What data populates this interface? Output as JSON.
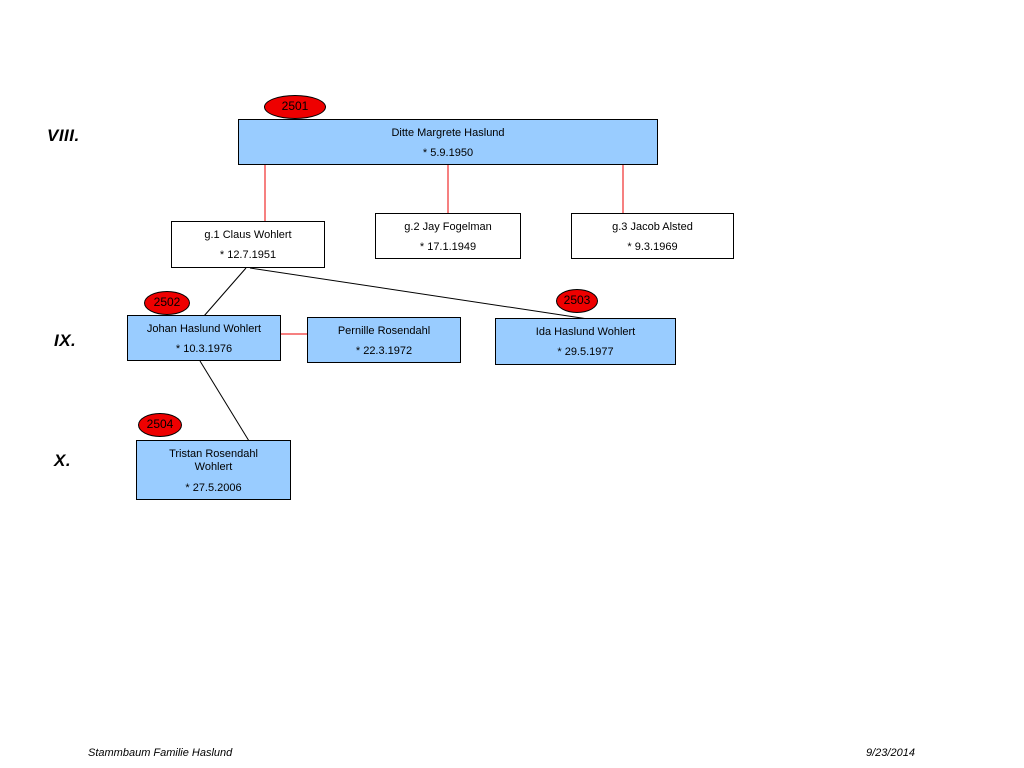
{
  "generations": [
    "VIII.",
    "IX.",
    "X."
  ],
  "badges": [
    "2501",
    "2502",
    "2503",
    "2504"
  ],
  "persons": {
    "ditte": {
      "name": "Ditte Margrete Haslund",
      "date": "* 5.9.1950"
    },
    "claus": {
      "name": "g.1 Claus Wohlert",
      "date": "* 12.7.1951"
    },
    "jay": {
      "name": "g.2 Jay Fogelman",
      "date": "* 17.1.1949"
    },
    "jacob": {
      "name": "g.3 Jacob Alsted",
      "date": "* 9.3.1969"
    },
    "johan": {
      "name": "Johan Haslund Wohlert",
      "date": "* 10.3.1976"
    },
    "pernille": {
      "name": "Pernille Rosendahl",
      "date": "* 22.3.1972"
    },
    "ida": {
      "name": "Ida Haslund Wohlert",
      "date": "* 29.5.1977"
    },
    "tristan": {
      "name": "Tristan Rosendahl Wohlert",
      "date": "* 27.5.2006"
    }
  },
  "footer": {
    "title": "Stammbaum Familie Haslund",
    "date": "9/23/2014"
  },
  "colors": {
    "box_fill": "#99ccff",
    "badge_fill": "#ee0000",
    "marriage_line": "#ee0000",
    "descent_line": "#000000"
  }
}
